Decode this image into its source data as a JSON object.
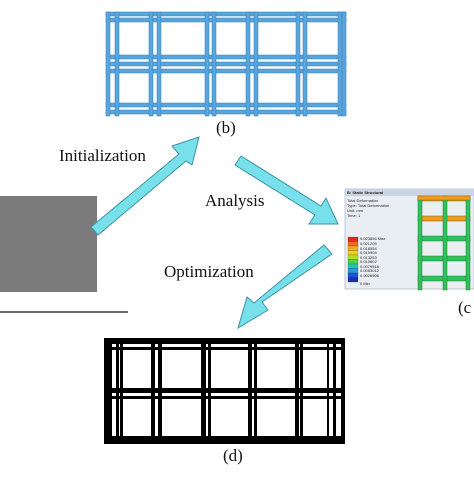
{
  "colors": {
    "frame_blue": "#5aa6dc",
    "frame_blue_edge": "#2f7fc0",
    "arrow_fill": "#78e0ea",
    "arrow_edge": "#3b93a8",
    "design_domain": "#7b7b7b",
    "result_black": "#000000",
    "fea_green": "#2fc35a",
    "fea_orange": "#f29a1a"
  },
  "panels": {
    "b_label": "(b)",
    "c_label": "(c",
    "d_label": "(d)"
  },
  "steps": {
    "initialization": "Initialization",
    "analysis": "Analysis",
    "optimization": "Optimization"
  },
  "fea": {
    "title": "B: Static Structural",
    "line1": "Total Deformation",
    "line2": "Type: Total Deformation",
    "line3": "Unit: mm",
    "line4": "Time: 1",
    "legend_max": "0.023856 Max",
    "legend_values": [
      "0.021205",
      "0.018554",
      "0.015904",
      "0.013253",
      "0.010602",
      "0.0079518",
      "0.0053012",
      "0.0026506"
    ],
    "legend_min": "0 Min"
  }
}
